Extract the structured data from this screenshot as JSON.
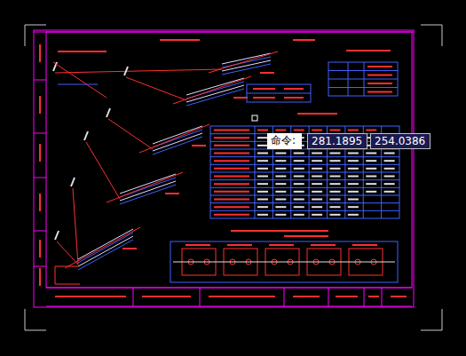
{
  "diagram": {
    "nodes": [
      {
        "text": [
          "命令:"
        ]
      },
      {
        "text": [
          "281.1895"
        ]
      },
      {
        "text": [
          "254.0386"
        ]
      }
    ]
  }
}
